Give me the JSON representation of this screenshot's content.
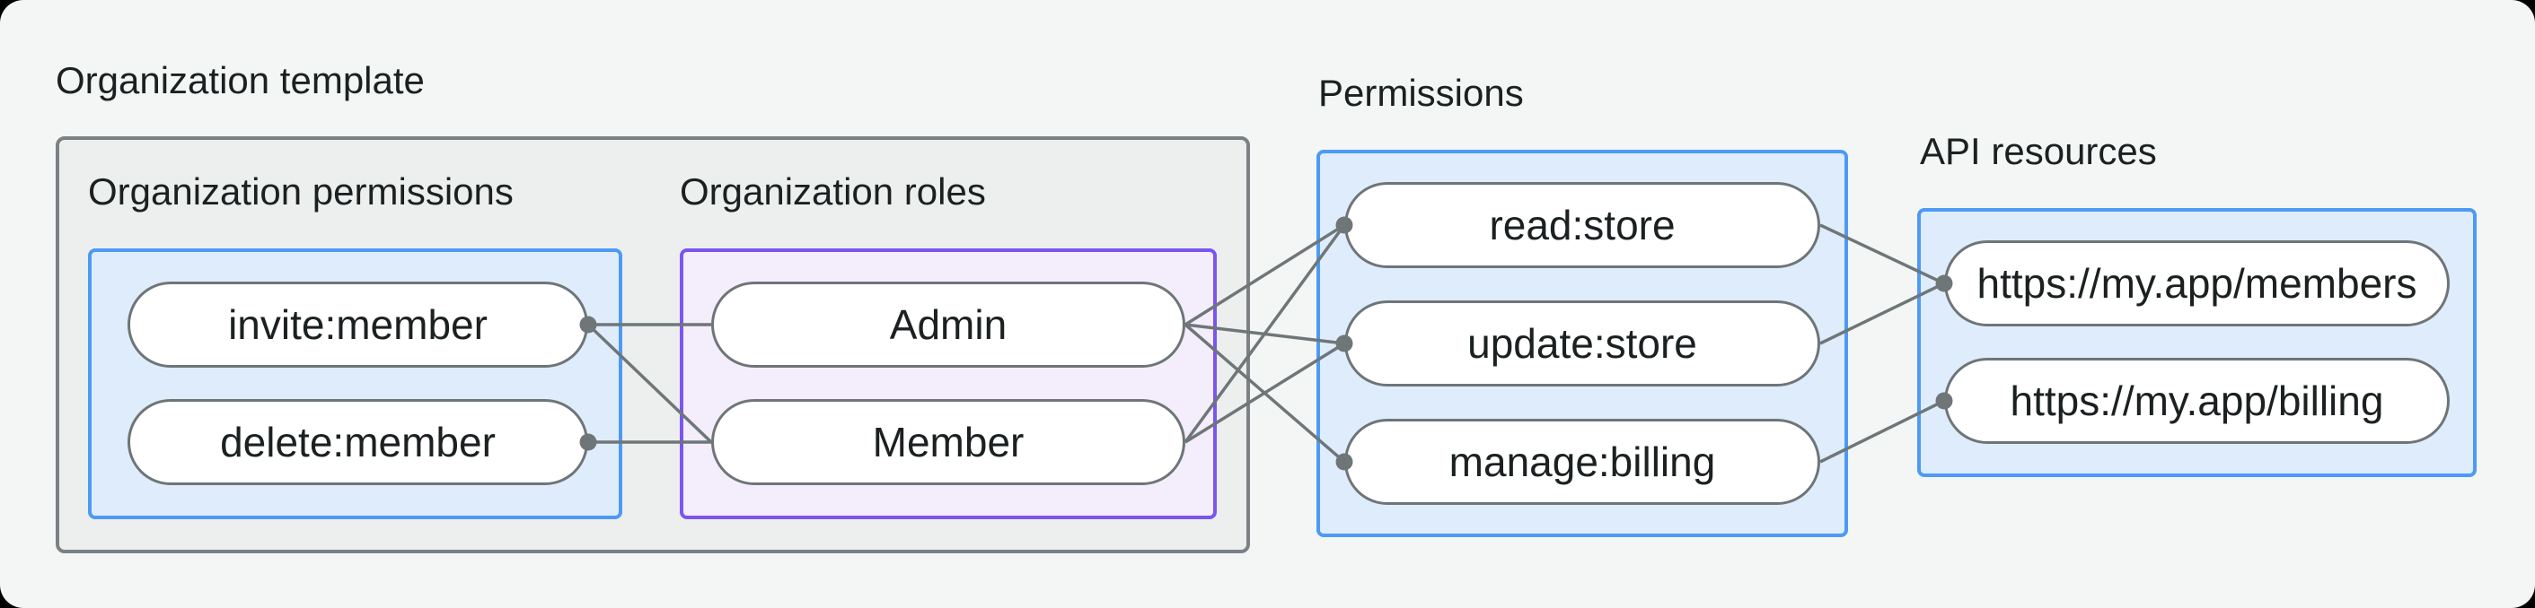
{
  "diagram": {
    "org_template": {
      "title": "Organization template",
      "org_permissions": {
        "title": "Organization permissions",
        "items": [
          "invite:member",
          "delete:member"
        ]
      },
      "org_roles": {
        "title": "Organization roles",
        "items": [
          "Admin",
          "Member"
        ]
      }
    },
    "permissions": {
      "title": "Permissions",
      "items": [
        "read:store",
        "update:store",
        "manage:billing"
      ]
    },
    "api_resources": {
      "title": "API resources",
      "items": [
        "https://my.app/members",
        "https://my.app/billing"
      ]
    },
    "edges": [
      {
        "from": "invite",
        "to": "admin",
        "dot": "from"
      },
      {
        "from": "invite",
        "to": "member",
        "dot": "from"
      },
      {
        "from": "delete",
        "to": "member",
        "dot": "from"
      },
      {
        "from": "admin",
        "to": "read",
        "dot": "to"
      },
      {
        "from": "admin",
        "to": "update",
        "dot": "to"
      },
      {
        "from": "admin",
        "to": "manage",
        "dot": "to"
      },
      {
        "from": "member",
        "to": "read",
        "dot": "to"
      },
      {
        "from": "member",
        "to": "update",
        "dot": "to"
      },
      {
        "from": "read",
        "to": "members",
        "dot": "to"
      },
      {
        "from": "update",
        "to": "members",
        "dot": "to"
      },
      {
        "from": "manage",
        "to": "billing",
        "dot": "to"
      }
    ],
    "colors": {
      "background": "#f4f6f5",
      "template_fill": "#edefee",
      "template_border": "#7b8184",
      "blue_border": "#4d9af5",
      "blue_fill": "#dfecfc",
      "purple_border": "#7a55f0",
      "purple_fill": "#f4edfb",
      "pill_border": "#6e7577",
      "connector": "#6f7678",
      "text": "#1b2021"
    }
  }
}
